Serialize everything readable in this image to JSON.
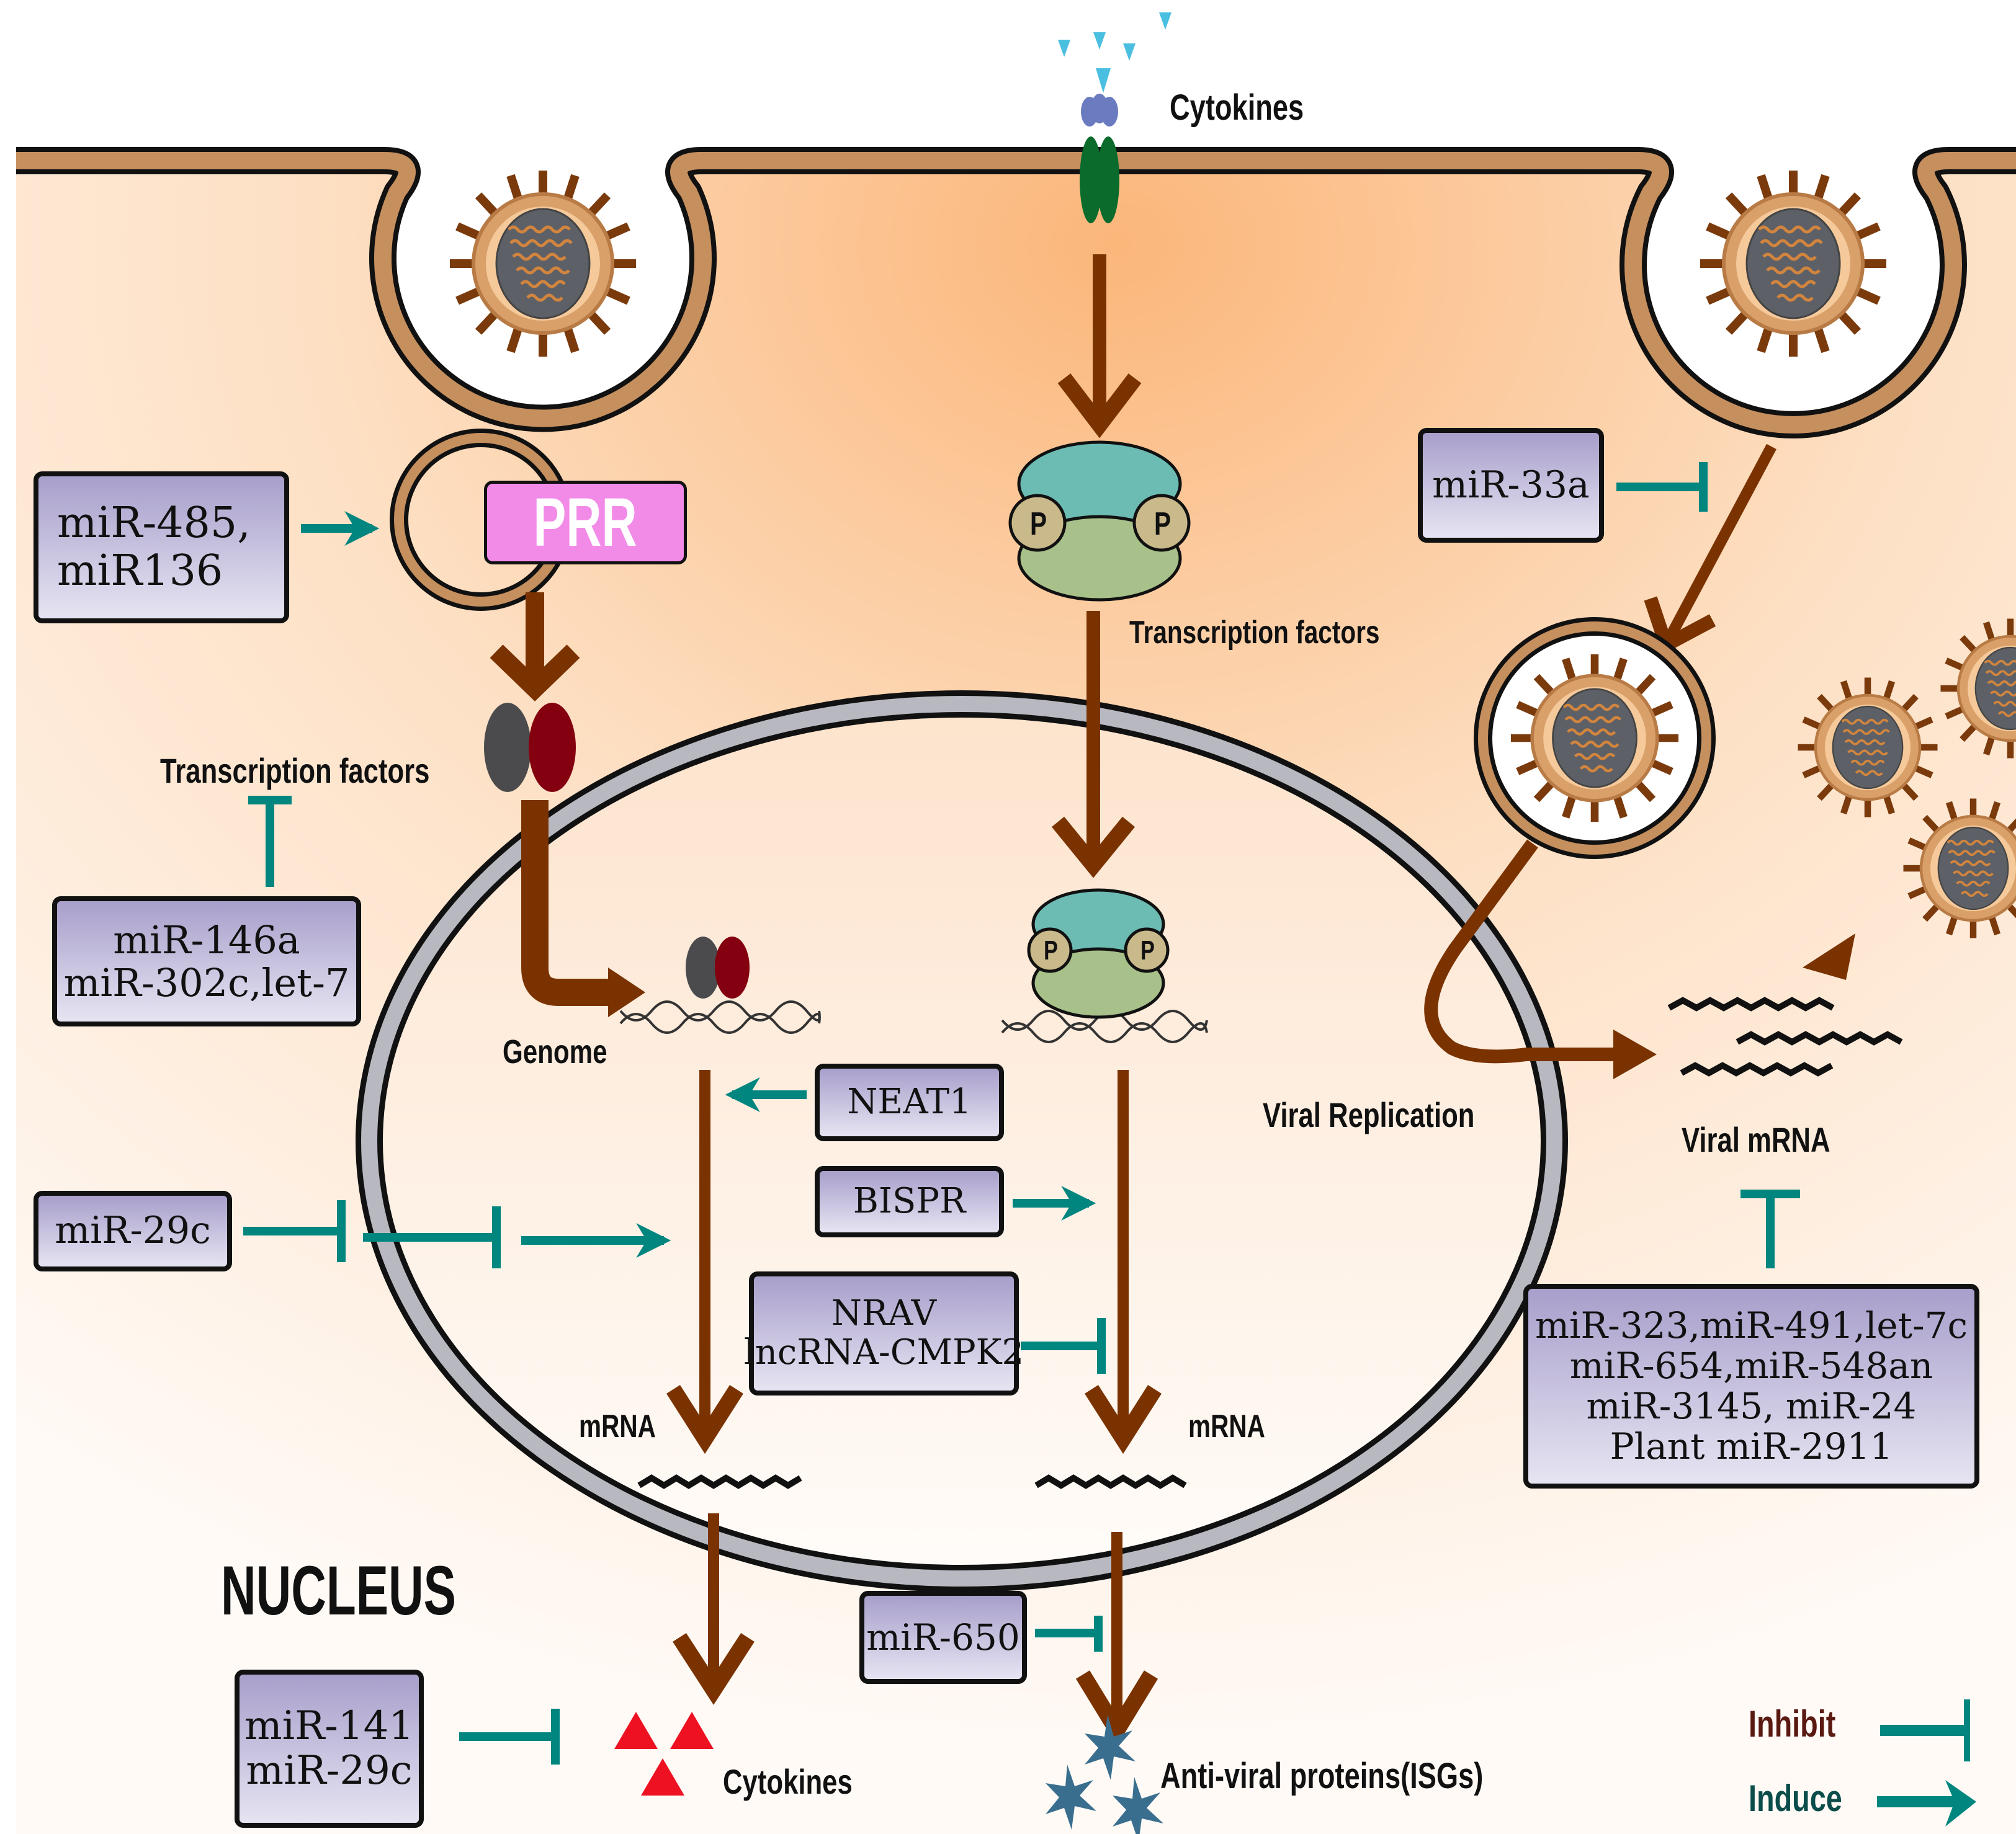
{
  "figure": {
    "title": "miRNA and lncRNA regulation of influenza virus infection and host immune response"
  },
  "labels": {
    "cytokines_top": "Cytokines",
    "prr": "PRR",
    "transcription_factors_center": "Transcription factors",
    "transcription_factors_left": "Transcription factors",
    "genome": "Genome",
    "viral_replication": "Viral Replication",
    "viral_mrna": "Viral mRNA",
    "mrna_left": "mRNA",
    "mrna_right": "mRNA",
    "nucleus": "NUCLEUS",
    "cytokines_bottom": "Cytokines",
    "antiviral_proteins": "Anti-viral proteins(ISGs)",
    "phospho": "P"
  },
  "boxes": {
    "mir485": [
      "miR-485,",
      "miR136"
    ],
    "mir146a": [
      "miR-146a",
      "miR-302c,let-7"
    ],
    "mir29c": [
      "miR-29c"
    ],
    "neat1": [
      "NEAT1"
    ],
    "bispr": [
      "BISPR"
    ],
    "nrav": [
      "NRAV",
      "lncRNA-CMPK2"
    ],
    "mir33a": [
      "miR-33a"
    ],
    "mir_viral": [
      "miR-323,miR-491,let-7c",
      "miR-654,miR-548an",
      "miR-3145, miR-24",
      "Plant miR-2911"
    ],
    "mir650": [
      "miR-650"
    ],
    "mir141": [
      "miR-141",
      "miR-29c"
    ]
  },
  "legend": {
    "inhibit": "Inhibit",
    "induce": "Induce",
    "inhibit_color": "#5a1a12",
    "induce_color": "#0b4d4a"
  },
  "colors": {
    "regulation_teal": "#00857f",
    "pathway_brown": "#7a3300",
    "membrane_tan": "#c58f5e",
    "cytoplasm_peach": "#fcc08a",
    "box_fill_top": "#a89fcb",
    "prr_pink": "#f28be8",
    "cytokine_red": "#ee1122",
    "isg_blue": "#3a6e8f"
  }
}
